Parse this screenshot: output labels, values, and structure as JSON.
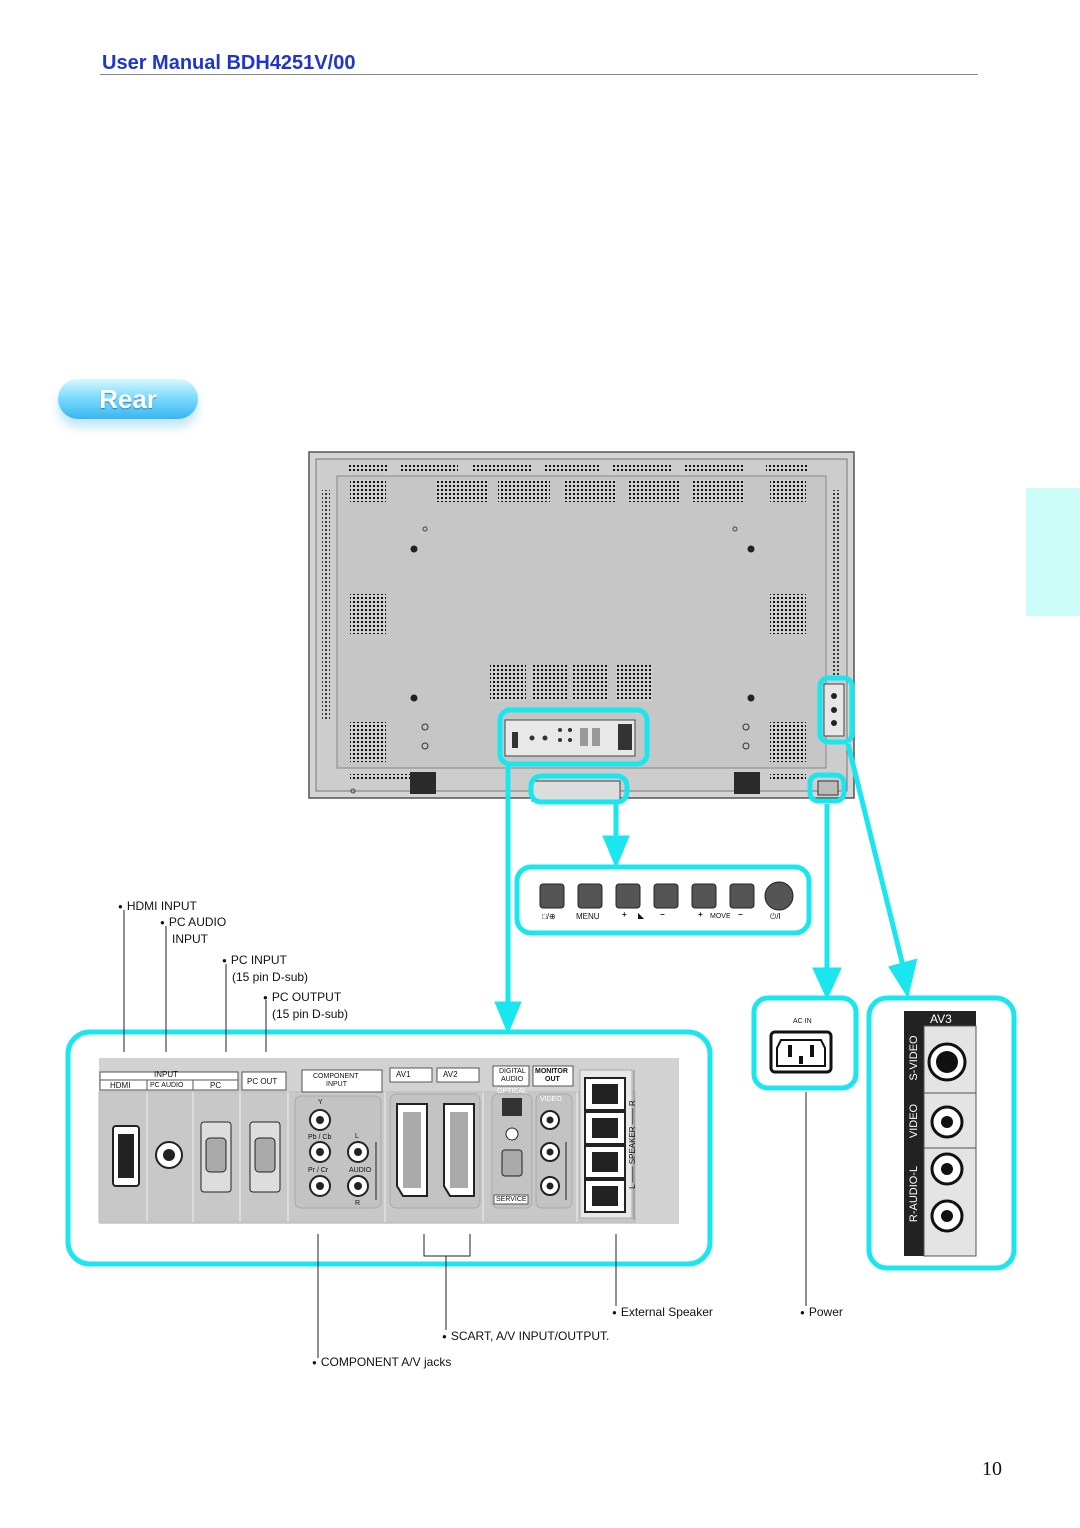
{
  "header": {
    "title": "User Manual BDH4251V/00"
  },
  "section": {
    "title": "Rear"
  },
  "callouts": {
    "hdmi_input": "HDMI INPUT",
    "pc_audio_input_1": "PC AUDIO",
    "pc_audio_input_2": "INPUT",
    "pc_input_1": "PC INPUT",
    "pc_input_2": "(15 pin D-sub)",
    "pc_output_1": "PC OUTPUT",
    "pc_output_2": "(15 pin D-sub)",
    "external_speaker": "External Speaker",
    "power": "Power",
    "scart": "SCART, A/V INPUT/OUTPUT.",
    "component": "COMPONENT A/V jacks"
  },
  "control_panel": {
    "labels": [
      "□/⊕",
      "MENU",
      "+",
      "◣",
      "−",
      "+",
      "MOVE",
      "−",
      "⏻/I"
    ]
  },
  "jack_panel": {
    "input": "INPUT",
    "hdmi": "HDMI",
    "pc_audio": "PC AUDIO",
    "pc": "PC",
    "pc_out": "PC OUT",
    "component_1": "COMPONENT",
    "component_2": "INPUT",
    "y": "Y",
    "pb_cb": "Pb / Cb",
    "pr_cr": "Pr / Cr",
    "l": "L",
    "audio": "AUDIO",
    "r": "R",
    "av1": "AV1",
    "av2": "AV2",
    "digital_audio_1": "DIGITAL",
    "digital_audio_2": "AUDIO",
    "optical": "OPTICAL",
    "monitor_out_1": "MONITOR",
    "monitor_out_2": "OUT",
    "video": "VIDEO",
    "service": "SERVICE",
    "speaker": "L —— SPEAKER —— R"
  },
  "ac_in": {
    "label": "AC IN"
  },
  "av3": {
    "title": "AV3",
    "s_video": "S-VIDEO",
    "video": "VIDEO",
    "audio": "R-AUDIO-L"
  },
  "page_number": "10",
  "colors": {
    "title_blue": "#1f36c8",
    "callout_cyan": "#19e6ee",
    "tab_cyan": "#ccfdf9"
  }
}
